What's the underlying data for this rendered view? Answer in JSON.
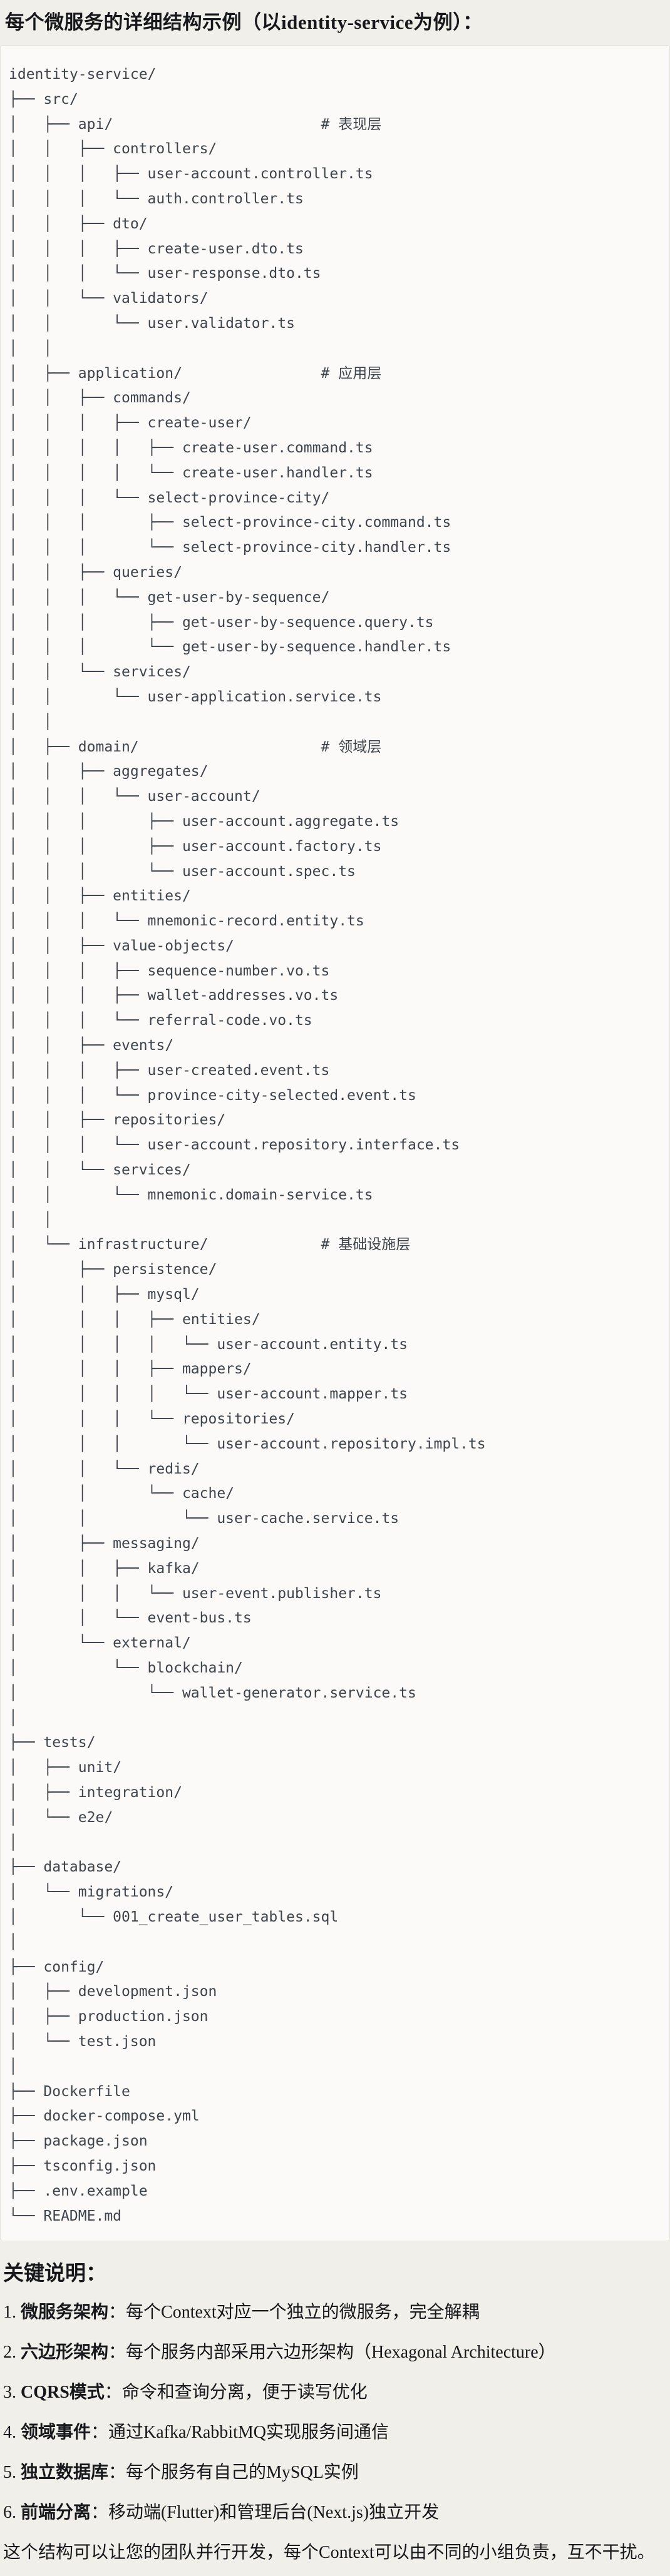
{
  "title": "每个微服务的详细结构示例（以identity-service为例）：",
  "tree_lines": [
    "identity-service/",
    "├── src/",
    "│   ├── api/                        # 表现层",
    "│   │   ├── controllers/",
    "│   │   │   ├── user-account.controller.ts",
    "│   │   │   └── auth.controller.ts",
    "│   │   ├── dto/",
    "│   │   │   ├── create-user.dto.ts",
    "│   │   │   └── user-response.dto.ts",
    "│   │   └── validators/",
    "│   │       └── user.validator.ts",
    "│   │",
    "│   ├── application/                # 应用层",
    "│   │   ├── commands/",
    "│   │   │   ├── create-user/",
    "│   │   │   │   ├── create-user.command.ts",
    "│   │   │   │   └── create-user.handler.ts",
    "│   │   │   └── select-province-city/",
    "│   │   │       ├── select-province-city.command.ts",
    "│   │   │       └── select-province-city.handler.ts",
    "│   │   ├── queries/",
    "│   │   │   └── get-user-by-sequence/",
    "│   │   │       ├── get-user-by-sequence.query.ts",
    "│   │   │       └── get-user-by-sequence.handler.ts",
    "│   │   └── services/",
    "│   │       └── user-application.service.ts",
    "│   │",
    "│   ├── domain/                     # 领域层",
    "│   │   ├── aggregates/",
    "│   │   │   └── user-account/",
    "│   │   │       ├── user-account.aggregate.ts",
    "│   │   │       ├── user-account.factory.ts",
    "│   │   │       └── user-account.spec.ts",
    "│   │   ├── entities/",
    "│   │   │   └── mnemonic-record.entity.ts",
    "│   │   ├── value-objects/",
    "│   │   │   ├── sequence-number.vo.ts",
    "│   │   │   ├── wallet-addresses.vo.ts",
    "│   │   │   └── referral-code.vo.ts",
    "│   │   ├── events/",
    "│   │   │   ├── user-created.event.ts",
    "│   │   │   └── province-city-selected.event.ts",
    "│   │   ├── repositories/",
    "│   │   │   └── user-account.repository.interface.ts",
    "│   │   └── services/",
    "│   │       └── mnemonic.domain-service.ts",
    "│   │",
    "│   └── infrastructure/             # 基础设施层",
    "│       ├── persistence/",
    "│       │   ├── mysql/",
    "│       │   │   ├── entities/",
    "│       │   │   │   └── user-account.entity.ts",
    "│       │   │   ├── mappers/",
    "│       │   │   │   └── user-account.mapper.ts",
    "│       │   │   └── repositories/",
    "│       │   │       └── user-account.repository.impl.ts",
    "│       │   └── redis/",
    "│       │       └── cache/",
    "│       │           └── user-cache.service.ts",
    "│       ├── messaging/",
    "│       │   ├── kafka/",
    "│       │   │   └── user-event.publisher.ts",
    "│       │   └── event-bus.ts",
    "│       └── external/",
    "│           └── blockchain/",
    "│               └── wallet-generator.service.ts",
    "│",
    "├── tests/",
    "│   ├── unit/",
    "│   ├── integration/",
    "│   └── e2e/",
    "│",
    "├── database/",
    "│   └── migrations/",
    "│       └── 001_create_user_tables.sql",
    "│",
    "├── config/",
    "│   ├── development.json",
    "│   ├── production.json",
    "│   └── test.json",
    "│",
    "├── Dockerfile",
    "├── docker-compose.yml",
    "├── package.json",
    "├── tsconfig.json",
    "├── .env.example",
    "└── README.md"
  ],
  "notes": {
    "heading": "关键说明：",
    "items": [
      {
        "num": "1.",
        "label": "微服务架构",
        "text": "：每个Context对应一个独立的微服务，完全解耦"
      },
      {
        "num": "2.",
        "label": "六边形架构",
        "text": "：每个服务内部采用六边形架构（Hexagonal Architecture）"
      },
      {
        "num": "3.",
        "label": "CQRS模式",
        "text": "：命令和查询分离，便于读写优化"
      },
      {
        "num": "4.",
        "label": "领域事件",
        "text": "：通过Kafka/RabbitMQ实现服务间通信"
      },
      {
        "num": "5.",
        "label": "独立数据库",
        "text": "：每个服务有自己的MySQL实例"
      },
      {
        "num": "6.",
        "label": "前端分离",
        "text": "：移动端(Flutter)和管理后台(Next.js)独立开发"
      }
    ],
    "footer": "这个结构可以让您的团队并行开发，每个Context可以由不同的小组负责，互不干扰。"
  },
  "colors": {
    "page_background": "#f0efe9",
    "code_background": "#fbfaf8",
    "code_border": "#e3e1da",
    "tree_text": "#3e444c",
    "body_text": "#17181b"
  }
}
